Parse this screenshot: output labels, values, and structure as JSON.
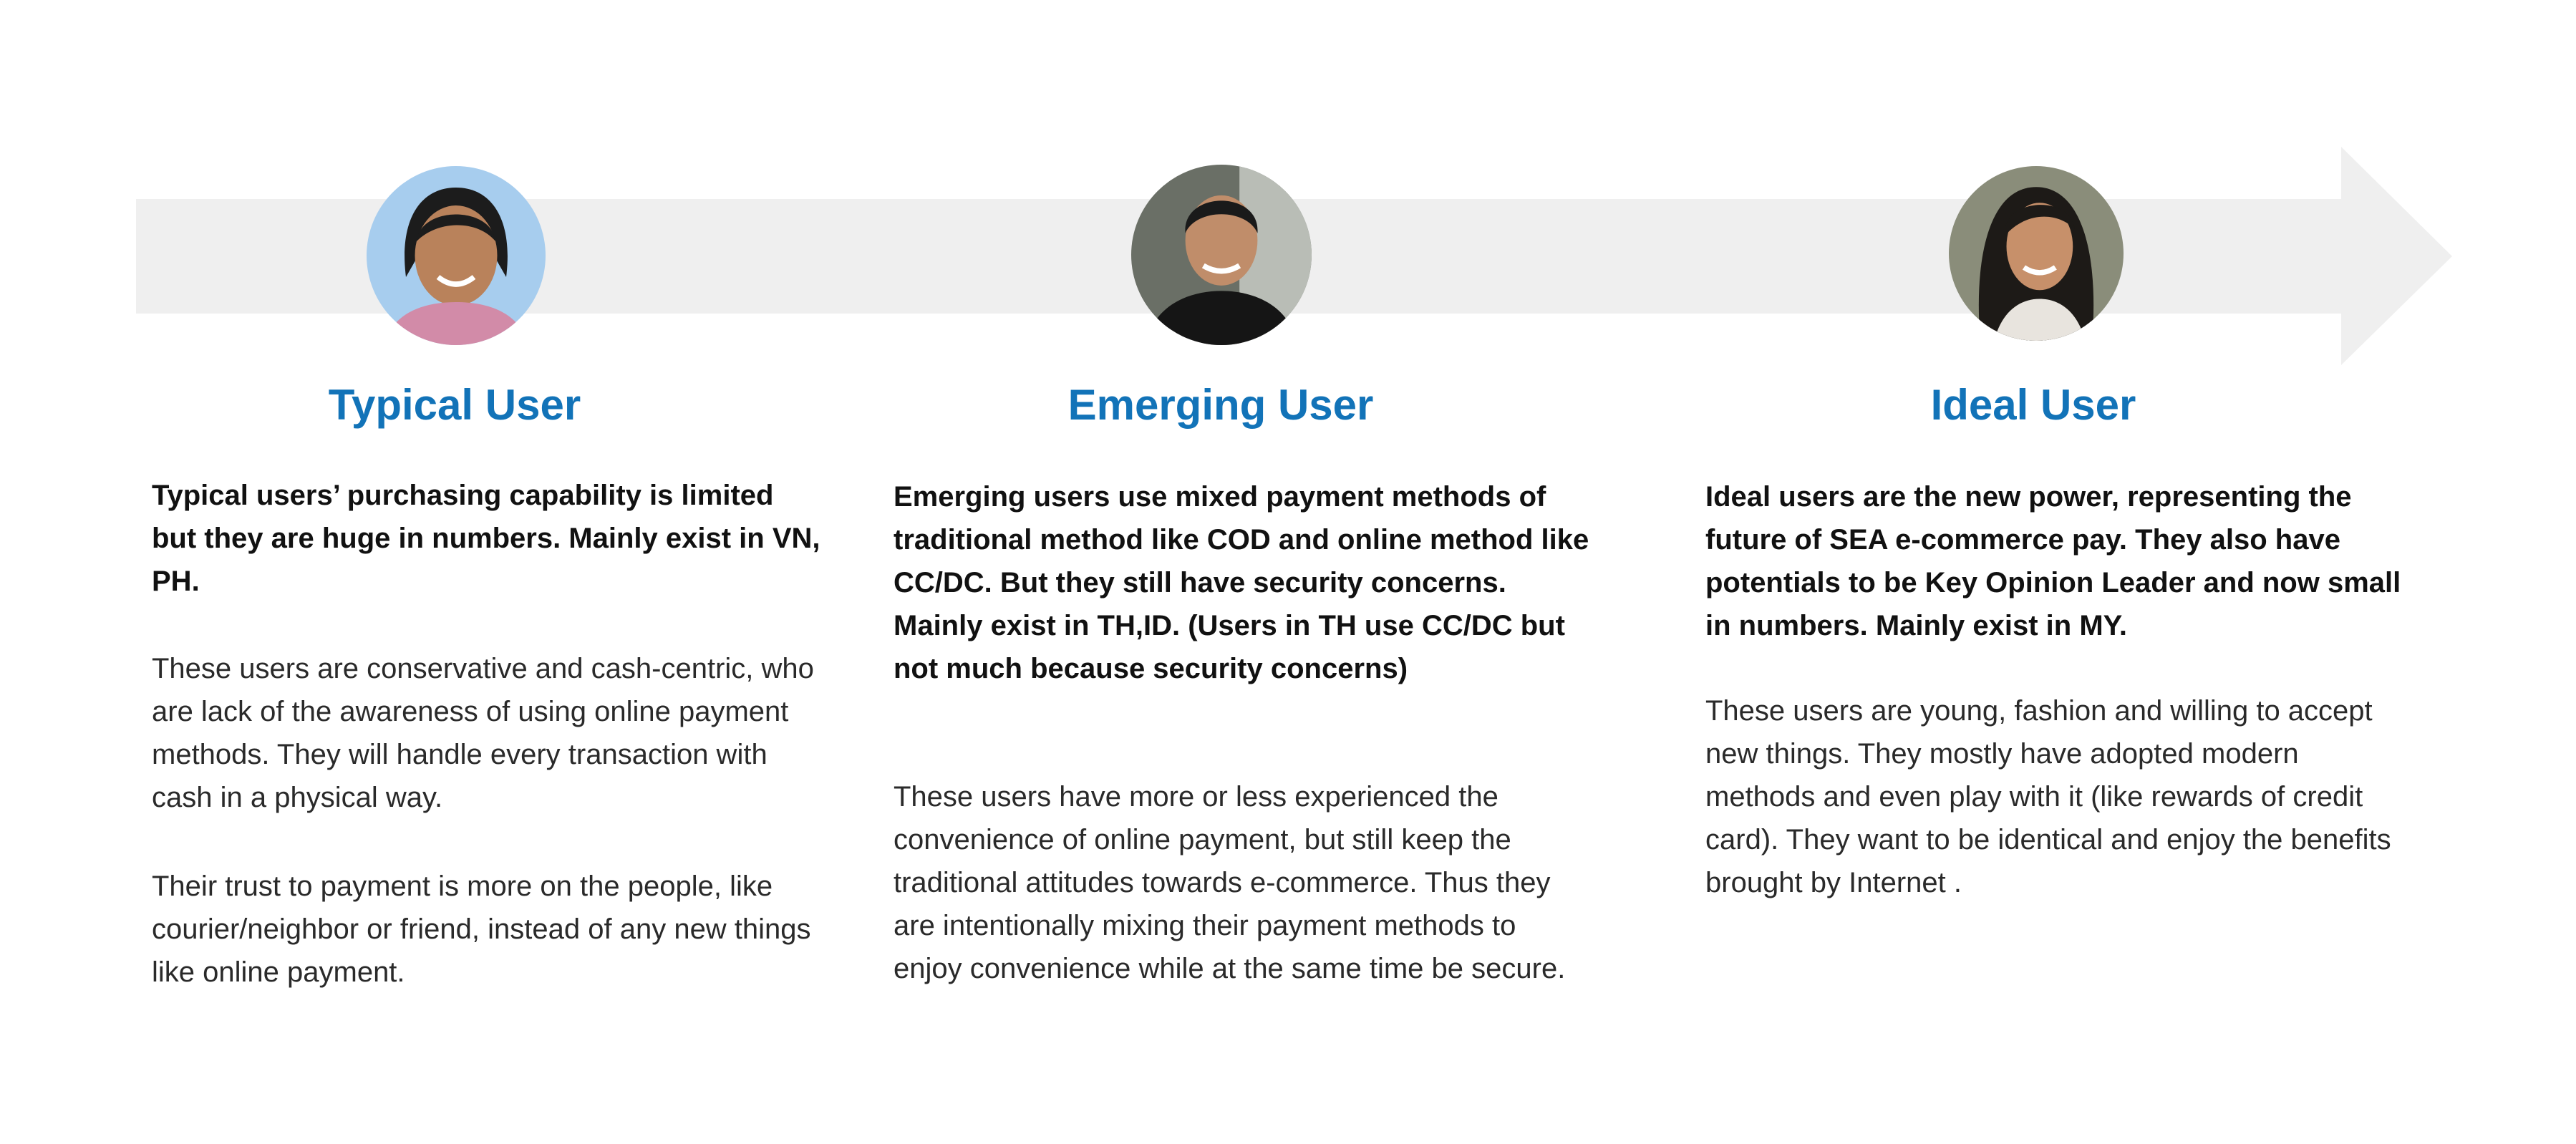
{
  "personas": [
    {
      "title": "Typical User",
      "summary": "Typical users’ purchasing capability is limited but they are huge in numbers. Mainly exist in VN, PH.",
      "paragraphs": [
        "These users are conservative and cash-centric, who are lack of the awareness of using online payment methods. They will handle every transaction with cash in a physical way.",
        "Their trust to payment is more on the people, like courier/neighbor or friend, instead of any new things like online payment."
      ],
      "photo": "woman-portrait-icon"
    },
    {
      "title": "Emerging User",
      "summary": "Emerging users use mixed payment methods of traditional method like COD and online method like CC/DC. But they still have security concerns. Mainly exist in TH,ID. (Users in TH use CC/DC but not much because security concerns)",
      "paragraphs": [
        "These users have more or less experienced the convenience of online payment, but still keep the traditional attitudes towards e-commerce. Thus they are intentionally mixing their payment methods to enjoy convenience while at the same time be secure."
      ],
      "photo": "man-portrait-icon"
    },
    {
      "title": "Ideal User",
      "summary": "Ideal users are the new power, representing the future of SEA e-commerce pay. They also have potentials to be Key Opinion Leader and now small in numbers. Mainly exist in MY.",
      "paragraphs": [
        "These users are young, fashion and willing to accept new things. They mostly have adopted modern methods and even play with it (like rewards of credit card). They want to be identical and enjoy the benefits brought by Internet ."
      ],
      "photo": "woman-portrait-icon"
    }
  ],
  "colors": {
    "title": "#1273b8",
    "arrow": "#efefef",
    "summary_text": "#111111",
    "body_text": "#2a2a2a"
  }
}
